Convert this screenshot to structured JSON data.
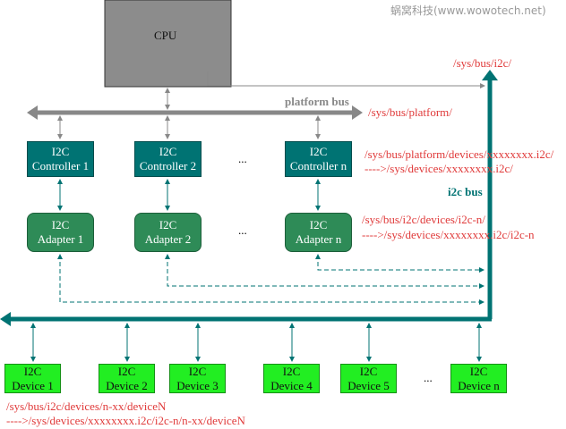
{
  "watermark": "蜗窝科技(www.wowotech.net)",
  "cpu": "CPU",
  "platform_bus": {
    "label": "platform bus",
    "path": "/sys/bus/platform/"
  },
  "i2c_bus": {
    "label": "i2c bus",
    "path": "/sys/bus/i2c/"
  },
  "controllers": [
    {
      "l1": "I2C",
      "l2": "Controller 1"
    },
    {
      "l1": "I2C",
      "l2": "Controller 2"
    },
    {
      "l1": "I2C",
      "l2": "Controller n"
    }
  ],
  "adapters": [
    {
      "l1": "I2C",
      "l2": "Adapter 1"
    },
    {
      "l1": "I2C",
      "l2": "Adapter 2"
    },
    {
      "l1": "I2C",
      "l2": "Adapter n"
    }
  ],
  "devices": [
    {
      "l1": "I2C",
      "l2": "Device 1"
    },
    {
      "l1": "I2C",
      "l2": "Device 2"
    },
    {
      "l1": "I2C",
      "l2": "Device 3"
    },
    {
      "l1": "I2C",
      "l2": "Device 4"
    },
    {
      "l1": "I2C",
      "l2": "Device 5"
    },
    {
      "l1": "I2C",
      "l2": "Device n"
    }
  ],
  "ellipsis": "...",
  "controller_paths": [
    "/sys/bus/platform/devices/xxxxxxxx.i2c/",
    "---->/sys/devices/xxxxxxxx.i2c/"
  ],
  "adapter_paths": [
    "/sys/bus/i2c/devices/i2c-n/",
    "---->/sys/devices/xxxxxxxx.i2c/i2c-n"
  ],
  "device_paths": [
    "/sys/bus/i2c/devices/n-xx/deviceN",
    "---->/sys/devices/xxxxxxxx.i2c/i2c-n/n-xx/deviceN"
  ],
  "colors": {
    "teal": "#007373",
    "adapter": "#2e8b57",
    "device": "#22ee22",
    "path_text": "#e03a3a",
    "cpu": "#8c8c8c"
  }
}
